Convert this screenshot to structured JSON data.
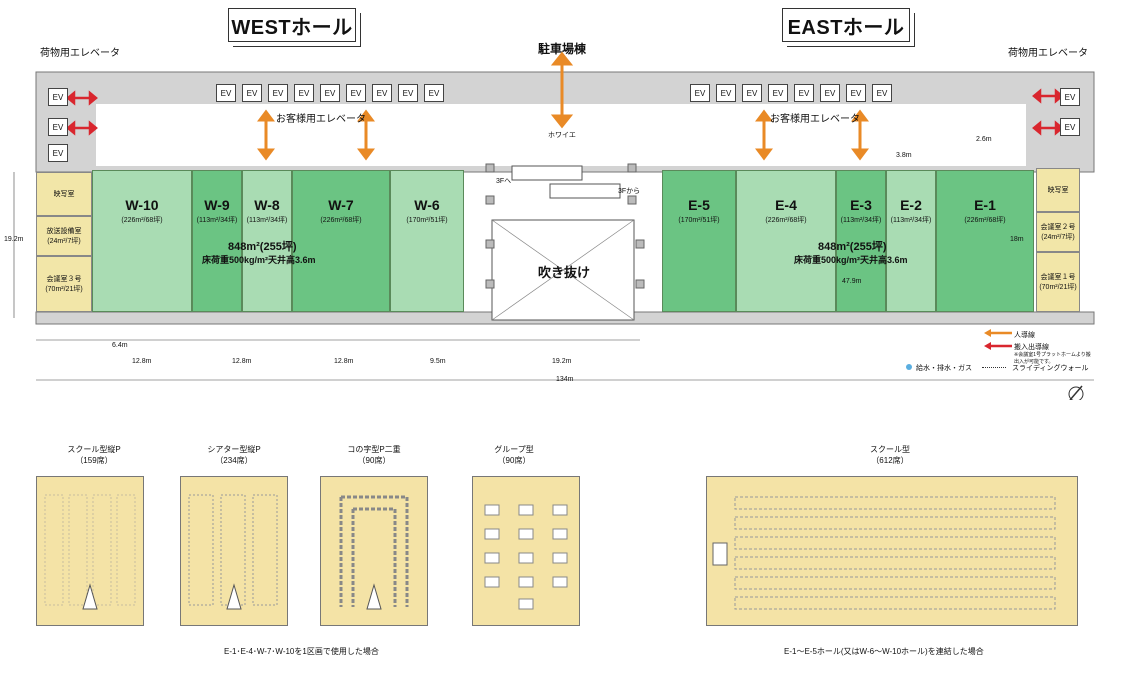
{
  "titles": {
    "west": "WESTホール",
    "east": "EASTホール"
  },
  "labels": {
    "cargo_elevator_left": "荷物用エレベータ",
    "cargo_elevator_right": "荷物用エレベータ",
    "parking": "駐車場棟",
    "foyer": "ホワイエ",
    "guest_elevator_west": "お客様用エレベータ",
    "guest_elevator_east": "お客様用エレベータ",
    "atrium": "吹き抜け",
    "to_3f": "3Fへ",
    "from_3f": "3Fから",
    "ev": "EV"
  },
  "west_summary": {
    "area": "848m²(255坪)",
    "spec": "床荷重500kg/m²天井高3.6m"
  },
  "east_summary": {
    "area": "848m²(255坪)",
    "spec": "床荷重500kg/m²天井高3.6m"
  },
  "rooms": [
    {
      "name": "W-10",
      "area": "(226m²/68坪)"
    },
    {
      "name": "W-9",
      "area": "(113m²/34坪)"
    },
    {
      "name": "W-8",
      "area": "(113m²/34坪)"
    },
    {
      "name": "W-7",
      "area": "(226m²/68坪)"
    },
    {
      "name": "W-6",
      "area": "(170m²/51坪)"
    },
    {
      "name": "E-5",
      "area": "(170m²/51坪)"
    },
    {
      "name": "E-4",
      "area": "(226m²/68坪)"
    },
    {
      "name": "E-3",
      "area": "(113m²/34坪)"
    },
    {
      "name": "E-2",
      "area": "(113m²/34坪)"
    },
    {
      "name": "E-1",
      "area": "(226m²/68坪)"
    }
  ],
  "support_rooms": {
    "west_control": "映写室",
    "west_broadcast": "放送設備室",
    "west_broadcast_area": "(24m²/7坪)",
    "west_meeting3": "会議室３号",
    "west_meeting3_area": "(70m²/21坪)",
    "east_control": "映写室",
    "east_meeting2": "会議室２号",
    "east_meeting2_area": "(24m²/7坪)",
    "east_meeting1": "会議室１号",
    "east_meeting1_area": "(70m²/21坪)"
  },
  "dimensions": {
    "d1": "6.4m",
    "d2": "12.8m",
    "d3": "12.8m",
    "d4": "12.8m",
    "d5": "9.5m",
    "d6": "19.2m",
    "total": "134m",
    "height_left": "19.2m",
    "depth_right": "18m",
    "inner_width": "47.9m",
    "corr1": "3.8m",
    "corr2": "2.6m"
  },
  "legend": {
    "people": "人導線",
    "cargo": "搬入出導線",
    "cargo_note": "※会議室1号プラットホームより搬出入が可能です。",
    "utility": "給水・排水・ガス",
    "sliding": "スライディングウォール"
  },
  "layouts": [
    {
      "title": "スクール型縦P",
      "seats": "（159席）"
    },
    {
      "title": "シアター型縦P",
      "seats": "（234席）"
    },
    {
      "title": "コの字型P二重",
      "seats": "（90席）"
    },
    {
      "title": "グループ型",
      "seats": "（90席）"
    },
    {
      "title": "スクール型",
      "seats": "（612席）"
    }
  ],
  "captions": {
    "left": "E-1･E-4･W-7･W-10を1区画で使用した場合",
    "right": "E-1～E-5ホール(又はW-6～W-10ホール)を連結した場合"
  },
  "colors": {
    "dark_green": "#6bc483",
    "light_green": "#a9dcb3",
    "cream": "#f4e3a6",
    "wall": "#cfcfcf",
    "orange": "#e98a26",
    "red": "#d9262e"
  }
}
